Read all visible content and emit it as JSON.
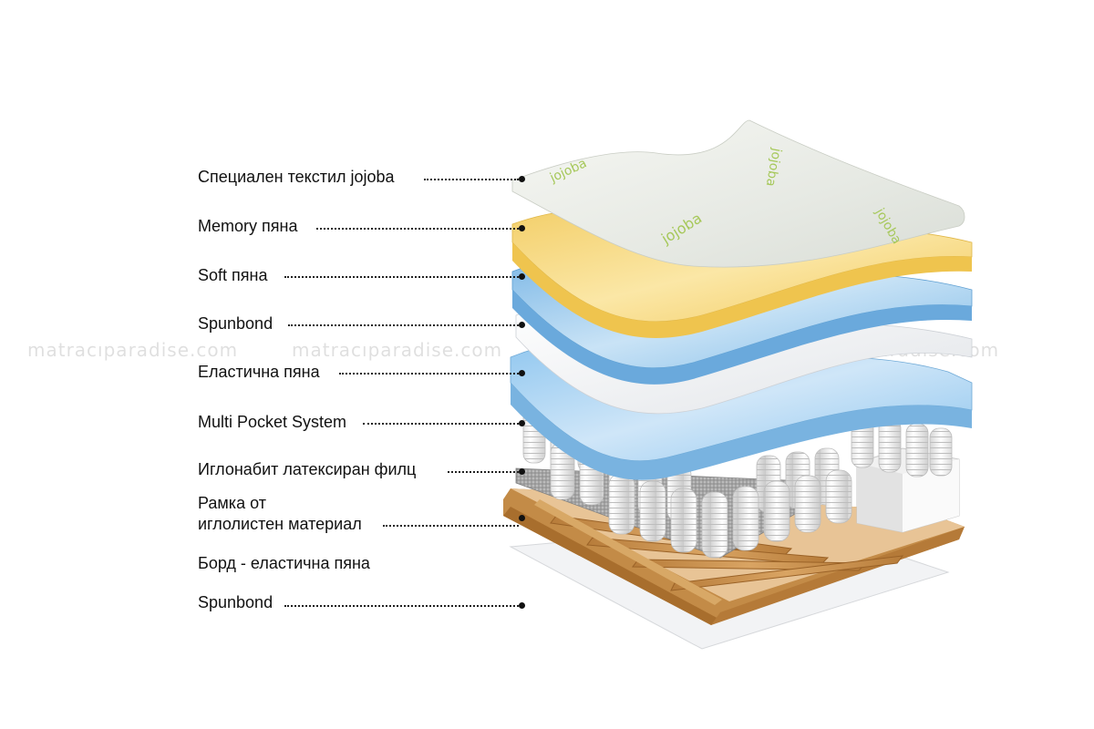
{
  "labels": {
    "l1": "Специален текстил jojoba",
    "l2": "Memory пяна",
    "l3": "Soft пяна",
    "l4": "Spunbond",
    "l5": "Еластична пяна",
    "l6": "Multi Pocket System",
    "l7": "Иглонабит латексиран филц",
    "l8a": "Рамка от",
    "l8b": "иглолистен материал",
    "l9": "Борд - еластична пяна",
    "l10": "Spunbond"
  },
  "watermark": "matracıparadise.com",
  "brand_mark": "jojoba",
  "colors": {
    "memory_foam": "#f6d77a",
    "soft_foam": "#8ec4ea",
    "elastic_foam": "#9ccdf0",
    "spunbond": "#f1f2f4",
    "textile": "#eceeea",
    "frame_wood": "#c8924e",
    "springs": "#f4f4f4",
    "felt": "#9a9a9a",
    "jojoba_green": "#a6c85a"
  }
}
